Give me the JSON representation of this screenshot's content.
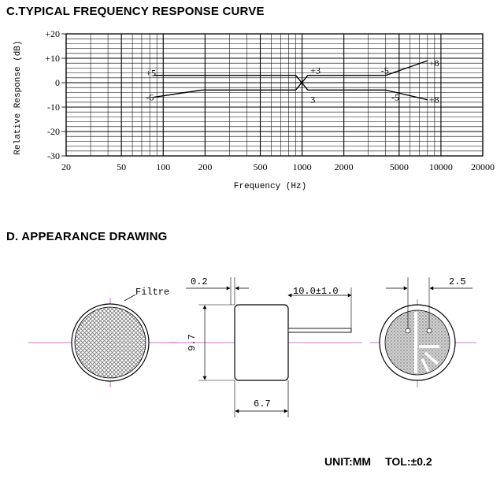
{
  "sections": {
    "curve_title": "C.TYPICAL FREQUENCY RESPONSE CURVE",
    "drawing_title": "D. APPEARANCE DRAWING"
  },
  "chart_data": {
    "type": "line",
    "title": "C.TYPICAL FREQUENCY RESPONSE CURVE",
    "xlabel": "Frequency (Hz)",
    "ylabel": "Relative Response (dB)",
    "x_scale": "log",
    "xlim": [
      20,
      20000
    ],
    "ylim": [
      -30,
      20
    ],
    "x_ticks": [
      20,
      50,
      100,
      200,
      500,
      1000,
      2000,
      5000,
      10000,
      20000
    ],
    "x_tick_labels": [
      "20",
      "50",
      "100",
      "200",
      "500",
      "1000",
      "2000",
      "5000",
      "10000",
      "20000"
    ],
    "y_ticks": [
      20,
      10,
      0,
      -10,
      -20,
      -30
    ],
    "y_tick_labels": [
      "+20",
      "+10",
      "0",
      "-10",
      "-20",
      "-30"
    ],
    "grid": true,
    "series": [
      {
        "x": [
          85,
          190,
          900,
          1100,
          4000,
          8000
        ],
        "y": [
          -6,
          -3,
          -3,
          3,
          3,
          9
        ]
      },
      {
        "x": [
          85,
          190,
          900,
          1100,
          4000,
          8000
        ],
        "y": [
          3,
          3,
          3,
          -3,
          -3,
          -7
        ]
      }
    ],
    "annotations": [
      {
        "text": "+5",
        "x": 75,
        "y": 4
      },
      {
        "text": "-6",
        "x": 75,
        "y": -6
      },
      {
        "text": "+3",
        "x": 1150,
        "y": 5
      },
      {
        "text": "3",
        "x": 1150,
        "y": -7
      },
      {
        "text": "-5",
        "x": 3700,
        "y": 5
      },
      {
        "text": "-5",
        "x": 4400,
        "y": -6
      },
      {
        "text": "+8",
        "x": 8200,
        "y": 8
      },
      {
        "text": "+8",
        "x": 8200,
        "y": -7
      }
    ]
  },
  "drawing": {
    "filtre_label": "Filtre",
    "dim_thickness": "0.2",
    "dim_pin": "10.0±1.0",
    "dim_height": "9.7",
    "dim_width": "6.7",
    "dim_pin_spacing": "2.5"
  },
  "footer": {
    "unit": "UNIT:MM",
    "tolerance": "TOL:±0.2"
  }
}
